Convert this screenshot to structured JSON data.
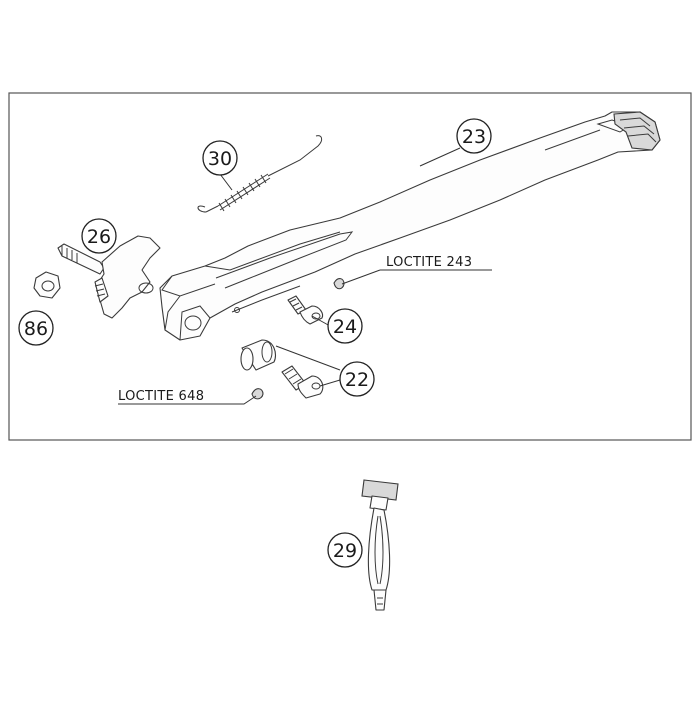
{
  "callouts": {
    "c23": "23",
    "c30": "30",
    "c26": "26",
    "c86": "86",
    "c24": "24",
    "c22": "22",
    "c29": "29"
  },
  "notes": {
    "loctite_243": "LOCTITE 243",
    "loctite_648": "LOCTITE 648"
  }
}
